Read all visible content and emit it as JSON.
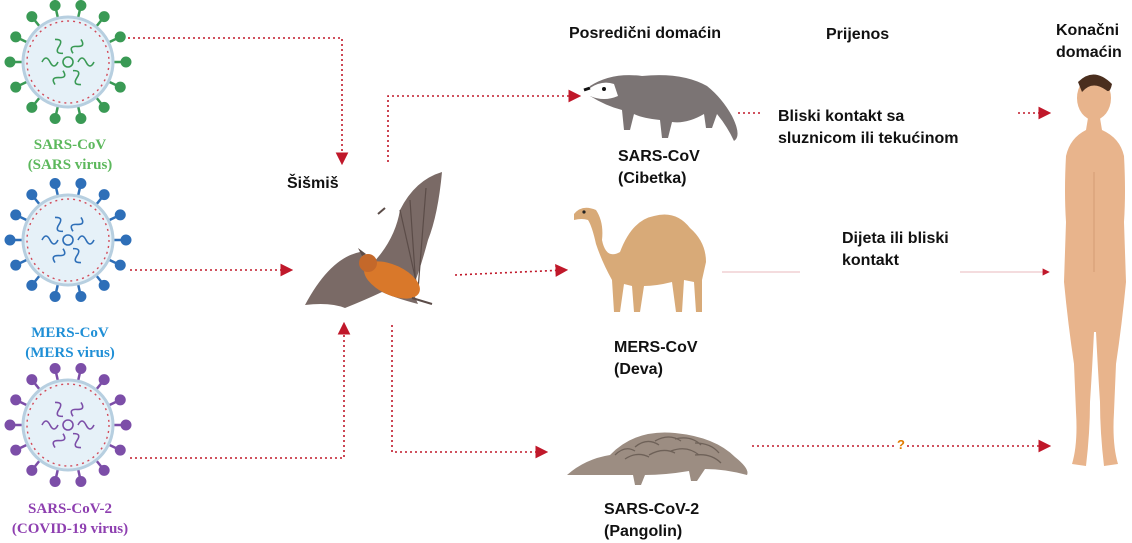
{
  "headers": {
    "intermediate_host": "Posredični domaćin",
    "transmission": "Prijenos",
    "final_host_line1": "Konačni",
    "final_host_line2": "domaćin"
  },
  "viruses": [
    {
      "name": "SARS-CoV",
      "sub": "(SARS virus)",
      "color": "#5cb85c",
      "icon": "coronavirus-icon"
    },
    {
      "name": "MERS-CoV",
      "sub": "(MERS virus)",
      "color": "#1f8fd6",
      "icon": "coronavirus-icon"
    },
    {
      "name": "SARS-CoV-2",
      "sub": "(COVID-19 virus)",
      "color": "#8e3fb0",
      "icon": "coronavirus-icon"
    }
  ],
  "reservoir": {
    "label": "Šišmiš",
    "icon": "bat-icon"
  },
  "intermediates": [
    {
      "virus": "SARS-CoV",
      "animal": "(Cibetka)",
      "icon": "civet-icon"
    },
    {
      "virus": "MERS-CoV",
      "animal": "(Deva)",
      "icon": "camel-icon"
    },
    {
      "virus": "SARS-CoV-2",
      "animal": "(Pangolin)",
      "icon": "pangolin-icon"
    }
  ],
  "transmission_routes": [
    {
      "line1": "Bliski kontakt sa",
      "line2": "sluznicom ili tekućinom"
    },
    {
      "line1": "Dijeta ili bliski",
      "line2": "kontakt"
    },
    {
      "mark": "?"
    }
  ],
  "final_host": {
    "icon": "human-icon"
  },
  "colors": {
    "arrow": "#c0182a",
    "question": "#e07b00",
    "bat_body": "#d9782a",
    "bat_wing": "#7a6a66",
    "skin": "#e8b48c"
  }
}
